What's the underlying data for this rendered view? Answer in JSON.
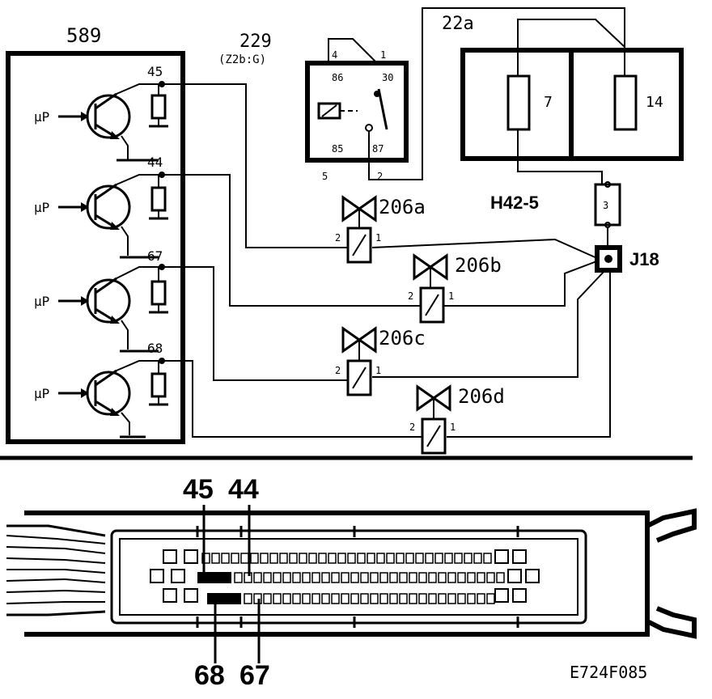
{
  "module_589": {
    "label": "589",
    "pins": [
      "45",
      "44",
      "67",
      "68"
    ],
    "input_label": "µP"
  },
  "relay_229": {
    "label": "229",
    "sublabel": "(Z2b:G)",
    "pin_4": "4",
    "pin_1": "1",
    "pin_86": "86",
    "pin_30": "30",
    "pin_85": "85",
    "pin_87": "87",
    "pin_5": "5",
    "pin_2": "2"
  },
  "fuse_box_22a": {
    "label": "22a",
    "fuse_left": "7",
    "fuse_right": "14"
  },
  "connector_h42": {
    "label": "H42-5",
    "pin": "3"
  },
  "junction_j18": {
    "label": "J18"
  },
  "valves": [
    {
      "label": "206a",
      "pin_left": "2",
      "pin_right": "1"
    },
    {
      "label": "206b",
      "pin_left": "2",
      "pin_right": "1"
    },
    {
      "label": "206c",
      "pin_left": "2",
      "pin_right": "1"
    },
    {
      "label": "206d",
      "pin_left": "2",
      "pin_right": "1"
    }
  ],
  "connector_detail": {
    "top_labels": [
      "45",
      "44"
    ],
    "bottom_labels": [
      "68",
      "67"
    ]
  },
  "figure_code": "E724F085"
}
